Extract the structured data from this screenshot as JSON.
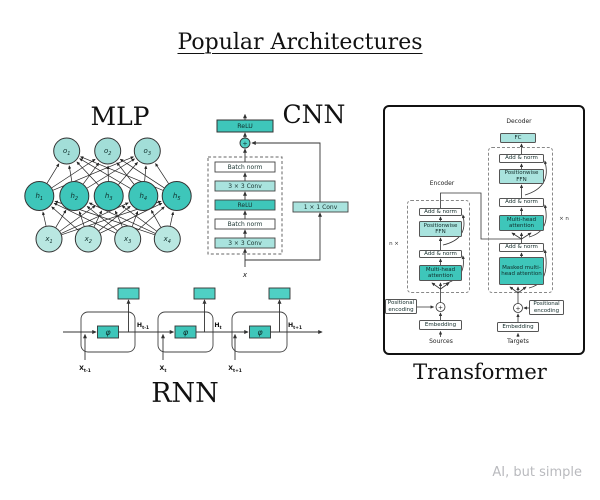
{
  "title": "Popular Architectures",
  "watermark": "AI, but simple",
  "colors": {
    "teal_dark": "#3ec6ba",
    "teal_mid": "#4fd0c4",
    "teal_light": "#a9e3de",
    "node_input": "#b9e7e1",
    "node_hidden": "#3ec6ba",
    "node_output": "#a2ded8",
    "edge": "#222222"
  },
  "mlp": {
    "label": "MLP",
    "layers": {
      "output": {
        "labels": [
          "o1",
          "o2",
          "o3"
        ],
        "color": "#a2ded8"
      },
      "hidden": {
        "labels": [
          "h1",
          "h2",
          "h3",
          "h4",
          "h5"
        ],
        "color": "#3ec6ba"
      },
      "input": {
        "labels": [
          "x1",
          "x2",
          "x3",
          "x4"
        ],
        "color": "#b9e7e1"
      }
    }
  },
  "cnn": {
    "label": "CNN",
    "output_relu": "ReLU",
    "plus": "+",
    "blocks": [
      "Batch norm",
      "3 × 3 Conv",
      "ReLU",
      "Batch norm",
      "3 × 3 Conv"
    ],
    "side_conv": "1 × 1 Conv",
    "input_label": "x"
  },
  "rnn": {
    "label": "RNN",
    "cell_fn": "φ",
    "h": [
      {
        "main": "H",
        "sub": "t-1"
      },
      {
        "main": "H",
        "sub": "t"
      },
      {
        "main": "H",
        "sub": "t+1"
      }
    ],
    "x": [
      {
        "main": "X",
        "sub": "t-1"
      },
      {
        "main": "X",
        "sub": "t"
      },
      {
        "main": "X",
        "sub": "t+1"
      }
    ]
  },
  "transformer": {
    "label": "Transformer",
    "plus": "+",
    "encoder": {
      "title": "Encoder",
      "repeat": "n ×",
      "boxes": [
        "Add & norm",
        "Positionwise FFN",
        "Add & norm",
        "Multi-head attention"
      ],
      "pos_encoding": "Positional encoding",
      "embedding": "Embedding",
      "input": "Sources"
    },
    "decoder": {
      "title": "Decoder",
      "repeat": "× n",
      "fc": "FC",
      "boxes": [
        "Add & norm",
        "Positionwise FFN",
        "Add & norm",
        "Multi-head attention",
        "Add & norm",
        "Masked multi-head attention"
      ],
      "pos_encoding": "Positional encoding",
      "embedding": "Embedding",
      "input": "Targets"
    }
  }
}
